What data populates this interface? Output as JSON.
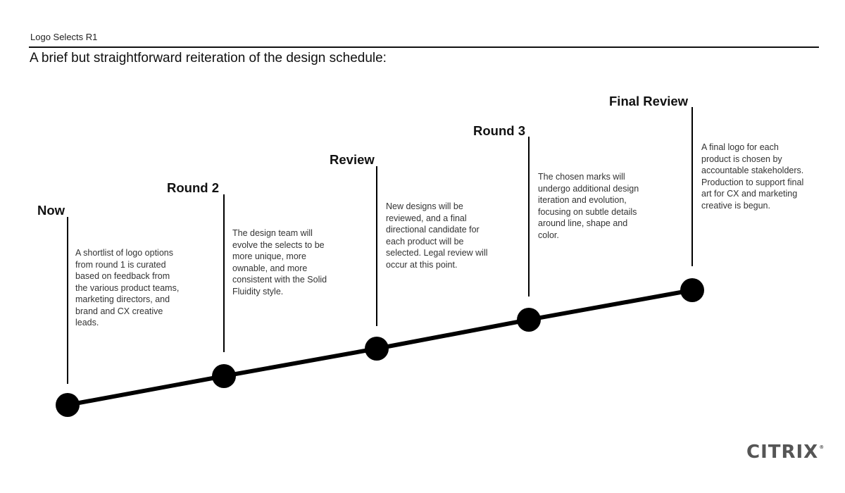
{
  "header": {
    "label": "Logo Selects R1",
    "subtitle": "A brief but straightforward reiteration of the design schedule:"
  },
  "stages": [
    {
      "title": "Now",
      "description": "A shortlist of logo options from round 1 is curated based on feedback from the various product teams, marketing directors, and brand and CX creative leads."
    },
    {
      "title": "Round 2",
      "description": "The design team will evolve the selects to be more unique, more ownable, and more consistent with the Solid Fluidity style."
    },
    {
      "title": "Review",
      "description": "New designs will be reviewed, and a final directional candidate  for each product will be selected. Legal review will occur at this point."
    },
    {
      "title": "Round 3",
      "description": "The chosen marks will undergo additional design iteration and evolution, focusing on subtle details around line, shape and color."
    },
    {
      "title": "Final Review",
      "description": "A final logo for each product is chosen by accountable stakeholders. Production to support final art for CX and marketing creative is begun."
    }
  ],
  "brand": {
    "logo_text": "CITRIX",
    "registered_mark": "®"
  },
  "colors": {
    "line": "#000000",
    "text": "#111111",
    "logo": "#555555"
  }
}
